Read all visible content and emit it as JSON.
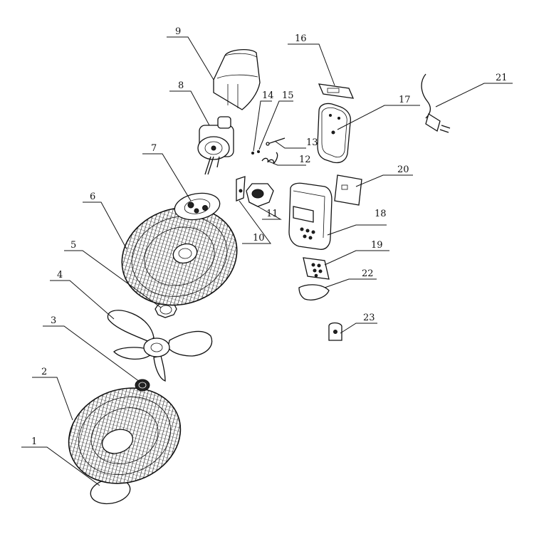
{
  "callouts": [
    {
      "id": "1",
      "label": "1"
    },
    {
      "id": "2",
      "label": "2"
    },
    {
      "id": "3",
      "label": "3"
    },
    {
      "id": "4",
      "label": "4"
    },
    {
      "id": "5",
      "label": "5"
    },
    {
      "id": "6",
      "label": "6"
    },
    {
      "id": "7",
      "label": "7"
    },
    {
      "id": "8",
      "label": "8"
    },
    {
      "id": "9",
      "label": "9"
    },
    {
      "id": "10",
      "label": "10"
    },
    {
      "id": "11",
      "label": "11"
    },
    {
      "id": "12",
      "label": "12"
    },
    {
      "id": "13",
      "label": "13"
    },
    {
      "id": "14",
      "label": "14"
    },
    {
      "id": "15",
      "label": "15"
    },
    {
      "id": "16",
      "label": "16"
    },
    {
      "id": "17",
      "label": "17"
    },
    {
      "id": "18",
      "label": "18"
    },
    {
      "id": "19",
      "label": "19"
    },
    {
      "id": "20",
      "label": "20"
    },
    {
      "id": "21",
      "label": "21"
    },
    {
      "id": "22",
      "label": "22"
    },
    {
      "id": "23",
      "label": "23"
    }
  ],
  "colors": {
    "line": "#111111",
    "background": "#ffffff"
  }
}
